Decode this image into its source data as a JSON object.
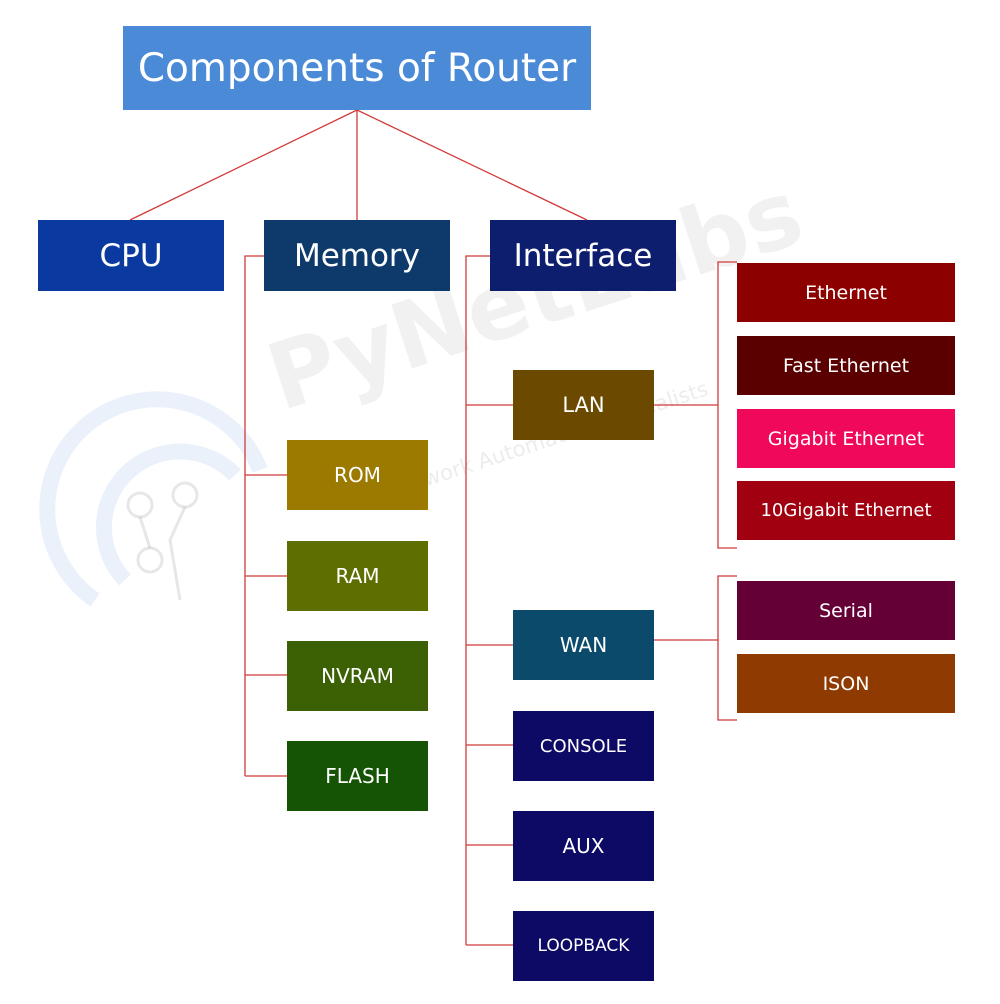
{
  "title": "Components of Router",
  "level1": {
    "cpu": "CPU",
    "memory": "Memory",
    "interface": "Interface"
  },
  "memory_items": [
    "ROM",
    "RAM",
    "NVRAM",
    "FLASH"
  ],
  "interface_items": [
    "LAN",
    "WAN",
    "CONSOLE",
    "AUX",
    "LOOPBACK"
  ],
  "lan_items": [
    "Ethernet",
    "Fast Ethernet",
    "Gigabit Ethernet",
    "10Gigabit Ethernet"
  ],
  "wan_items": [
    "Serial",
    "ISON"
  ],
  "watermark": {
    "brand": "PyNetLabs",
    "tagline": "Network Automation Specialists"
  },
  "colors": {
    "title_bg": "#4a8ad7",
    "cpu_bg": "#0a3aa0",
    "memory_bg": "#0d3a6a",
    "interface_bg": "#0e1e6e",
    "rom_bg": "#9c7a00",
    "ram_bg": "#5f6e00",
    "nvram_bg": "#3c6004",
    "flash_bg": "#155404",
    "lan_bg": "#6b4a00",
    "wan_bg": "#0b4a6a",
    "console_bg": "#0d0a66",
    "aux_bg": "#0d0a66",
    "loopback_bg": "#0d0a66",
    "ethernet_bg": "#8c0000",
    "fast_ethernet_bg": "#5a0000",
    "gigabit_ethernet_bg": "#f0085a",
    "ten_gigabit_ethernet_bg": "#a00010",
    "serial_bg": "#650037",
    "ison_bg": "#8e3a00",
    "connector_line": "#d23a3a"
  }
}
